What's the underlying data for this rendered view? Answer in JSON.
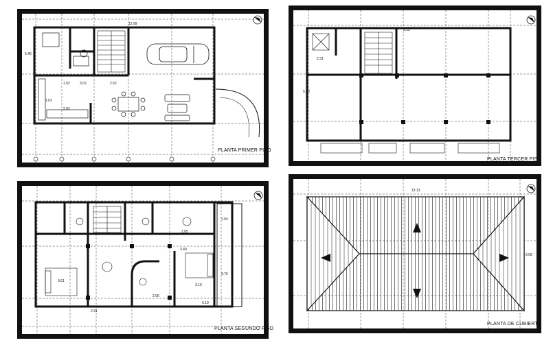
{
  "sheets": {
    "first": {
      "title": "PLANTA PRIMER PISO",
      "dims": {
        "top": "12.99",
        "left": "5.46",
        "d1": "1.02",
        "d2": "2.02",
        "d3": "3.02",
        "d4": "2.52",
        "d5": "1.02"
      }
    },
    "third": {
      "title": "PLANTA TERCER PISO",
      "dims": {
        "d1": "2.31",
        "d2": "5.12",
        "d3": "5.00"
      }
    },
    "second": {
      "title": "PLANTA SEGUNDO PISO",
      "dims": {
        "d1": "3.61",
        "d2": "3.10",
        "d3": "2.31",
        "d4": "2.05",
        "d5": "3.40",
        "d6": "1.04",
        "d7": "2.05",
        "d8": "3.76",
        "d9": "6.19"
      }
    },
    "roof": {
      "title": "PLANTA DE CUBIERTA",
      "dims": {
        "top": "13.13",
        "right": "9.08"
      }
    }
  },
  "icons": [
    "north-arrow-icon",
    "car-icon",
    "arrow-up-icon",
    "arrow-down-icon",
    "arrow-left-icon",
    "arrow-right-icon"
  ]
}
